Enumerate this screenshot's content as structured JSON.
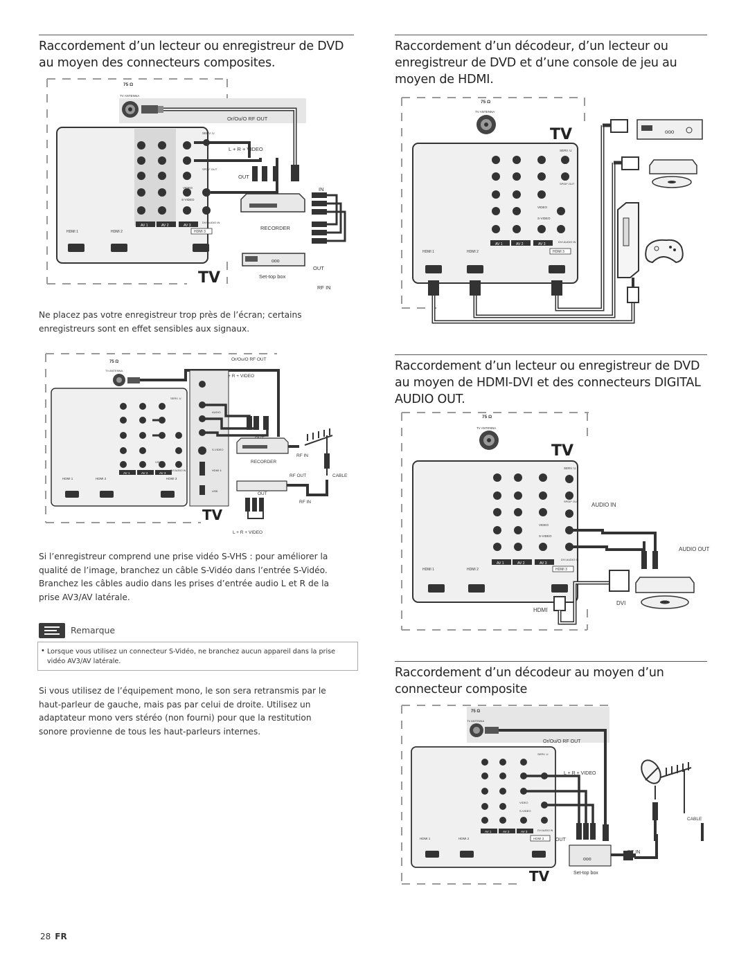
{
  "sections": {
    "s1": {
      "title": "Raccordement d’un lecteur ou enregistreur de DVD au moyen des connecteurs composites."
    },
    "s2": {
      "title": "Raccordement d’un décodeur, d’un lecteur ou enregistreur de DVD et d’une console de jeu au moyen de HDMI."
    },
    "s3": {
      "title": "Raccordement d’un lecteur ou enregistreur de DVD au moyen de HDMI-DVI et des connecteurs DIGITAL AUDIO OUT."
    },
    "s4": {
      "title": "Raccordement d’un décodeur au moyen d’un connecteur composite"
    }
  },
  "paragraphs": {
    "p1": "Ne placez pas votre enregistreur trop près de l’écran; certains enregistreurs sont en effet sensibles aux signaux.",
    "p2": "Si l’enregistreur comprend une prise vidéo S-VHS : pour améliorer la qualité de l’image, branchez un câble S-Vidéo dans l’entrée S-Vidéo. Branchez les câbles audio dans les prises d’entrée audio L et R de la prise AV3/AV latérale.",
    "p3": "Si vous utilisez de l’équipement mono, le son sera retransmis par le haut-parleur de gauche, mais pas par celui de droite. Utilisez un adaptateur mono vers stéréo (non fourni) pour que la restitution sonore provienne de tous les haut-parleurs internes."
  },
  "note": {
    "title": "Remarque",
    "text": "Lorsque vous utilisez un connecteur S-Vidéo, ne branchez aucun appareil dans la prise vidéo AV3/AV latérale."
  },
  "diagram_labels": {
    "ohm": "75 Ω",
    "tv_antenna": "TV ANTENNA",
    "rf_out": "Or/Ou/O RF OUT",
    "lr_video": "L + R + VIDEO",
    "out": "OUT",
    "in": "IN",
    "recorder": "RECORDER",
    "settop": "Set-top box",
    "rf_in": "RF IN",
    "rf_out_short": "RF OUT",
    "cable": "CABLE",
    "tv": "TV",
    "audio_in": "AUDIO IN",
    "audio_out": "AUDIO OUT",
    "hdmi": "HDMI",
    "dvi": "DVI",
    "hdmi1": "HDMI 1",
    "hdmi2": "HDMI 2",
    "hdmi3": "HDMI 3",
    "av1": "AV 1",
    "av2": "AV 2",
    "av3": "AV 3",
    "serv_u": "SERV. U",
    "spdif_out": "SPDIF OUT",
    "video": "VIDEO",
    "svideo": "S-VIDEO",
    "dvi_audio_in": "DVI AUDIO IN",
    "audio": "AUDIO",
    "hdmi4": "HDMI 4",
    "usb": "USB"
  },
  "footer": {
    "page": "28",
    "lang": "FR"
  }
}
